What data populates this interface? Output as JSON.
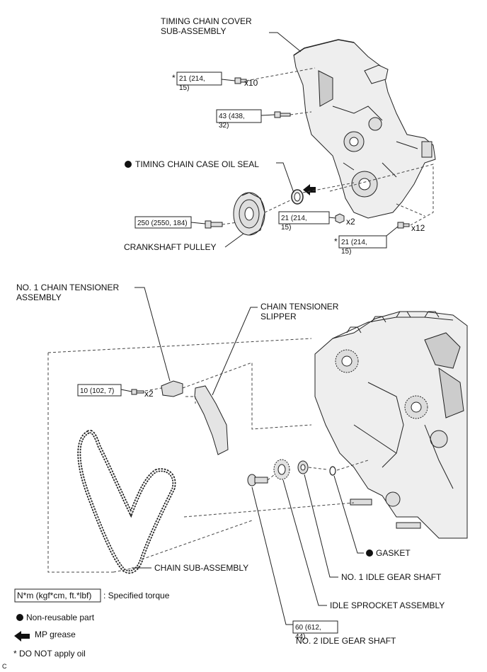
{
  "labels": {
    "timing_chain_cover": [
      "TIMING CHAIN COVER",
      "SUB-ASSEMBLY"
    ],
    "timing_chain_case_oil_seal": "TIMING CHAIN CASE OIL SEAL",
    "crankshaft_pulley": "CRANKSHAFT PULLEY",
    "no1_chain_tensioner": [
      "NO. 1 CHAIN TENSIONER",
      "ASSEMBLY"
    ],
    "chain_tensioner_slipper": [
      "CHAIN TENSIONER",
      "SLIPPER"
    ],
    "gasket": "GASKET",
    "chain_sub_assembly": "CHAIN SUB-ASSEMBLY",
    "no1_idle_gear_shaft": "NO. 1 IDLE GEAR SHAFT",
    "idle_sprocket_assembly": "IDLE SPROCKET ASSEMBLY",
    "no2_idle_gear_shaft": "NO. 2 IDLE GEAR SHAFT"
  },
  "torques": {
    "cover_bolts_x10": [
      "21 (214,",
      "15)"
    ],
    "cover_bolt_43": [
      "43 (438,",
      "32)"
    ],
    "pulley_bolt": [
      "250 (2550, 184)"
    ],
    "nut_x2": [
      "21 (214,",
      "15)"
    ],
    "bolts_x12": [
      "21 (214,",
      "15)"
    ],
    "tensioner_bolts": [
      "10 (102, 7)"
    ],
    "idle_gear_shaft_bolt": [
      "60 (612,",
      "44)"
    ]
  },
  "quantities": {
    "cover_bolts": "x10",
    "nut": "x2",
    "bolts": "x12",
    "tensioner_bolts": "x2"
  },
  "asterisk": "*",
  "legend": {
    "torque_box": "N*m (kgf*cm, ft.*lbf)",
    "torque_text": ": Specified torque",
    "non_reusable": "Non-reusable part",
    "mp_grease": "MP grease",
    "no_oil": "* DO NOT apply oil"
  },
  "figure_code": "C"
}
